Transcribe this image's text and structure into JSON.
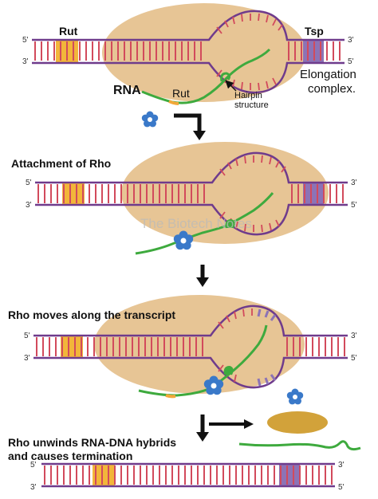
{
  "colors": {
    "bubble": "#e7c595",
    "strand": "#6f3b8c",
    "rung": "#d24a5c",
    "rut_box": "#f2b63a",
    "tsp_box": "#8c73b6",
    "rna": "#3eaa3e",
    "rho": "#3a79c9",
    "released_polymerase": "#d2a23a",
    "arrow": "#111111"
  },
  "labels": {
    "rut_top": "Rut",
    "tsp_top": "Tsp",
    "rna": "RNA",
    "rut_rna": "Rut",
    "hairpin_1": "Hairpin",
    "hairpin_2": "structure",
    "elongation_1": "Elongation",
    "elongation_2": "complex.",
    "step2_title": "Attachment of Rho",
    "watermark": "The Biotech Notes",
    "step3_title": "Rho moves along the transcript",
    "step4_title_1": "Rho unwinds RNA-DNA hybrids",
    "step4_title_2": "and causes termination",
    "five_prime": "5'",
    "three_prime": "3'"
  },
  "icons": {
    "rho": "rho-protein-icon",
    "arrow_down": "arrow-down-icon",
    "arrow_right": "arrow-right-icon"
  }
}
